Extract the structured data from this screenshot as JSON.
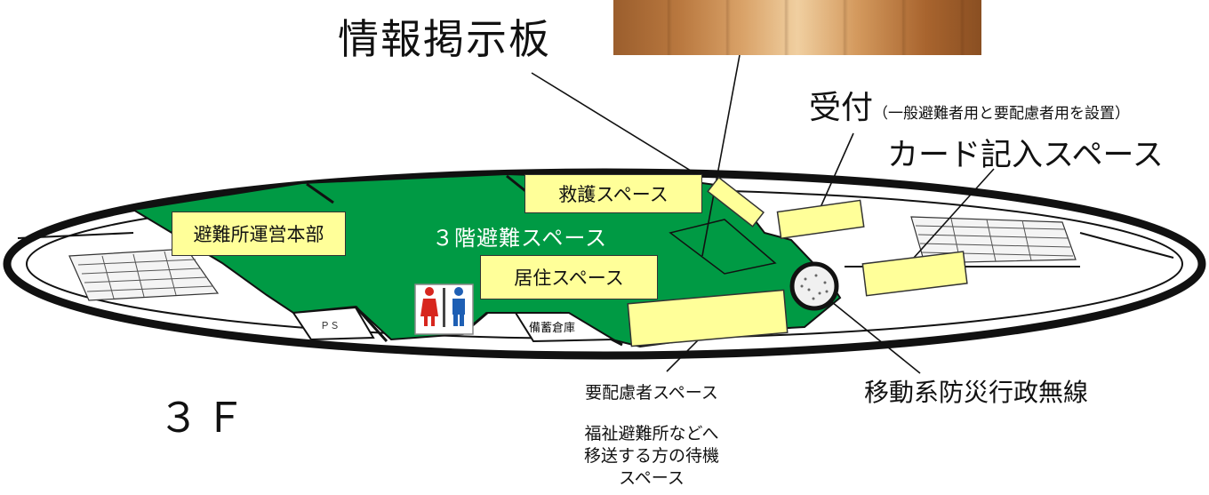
{
  "title": "情報掲示板",
  "reception": {
    "main": "受付",
    "note": "（一般避難者用と要配慮者用を設置）"
  },
  "card_space": "カード記入スペース",
  "rescue_space": "救護スペース",
  "hq": "避難所運営本部",
  "floor_space": "３階避難スペース",
  "living_space": "居住スペース",
  "ps": "ＰＳ",
  "storage": "備蓄倉庫",
  "care_space": "要配慮者スペース",
  "transfer_note": [
    "福祉避難所などへ",
    "移送する方の待機",
    "スペース"
  ],
  "radio": "移動系防災行政無線",
  "floor": "３Ｆ",
  "colors": {
    "green": "#009a44",
    "yellow_box": "#ffff99",
    "toilet_male": "#1e5fb4",
    "toilet_female": "#d7261e"
  }
}
